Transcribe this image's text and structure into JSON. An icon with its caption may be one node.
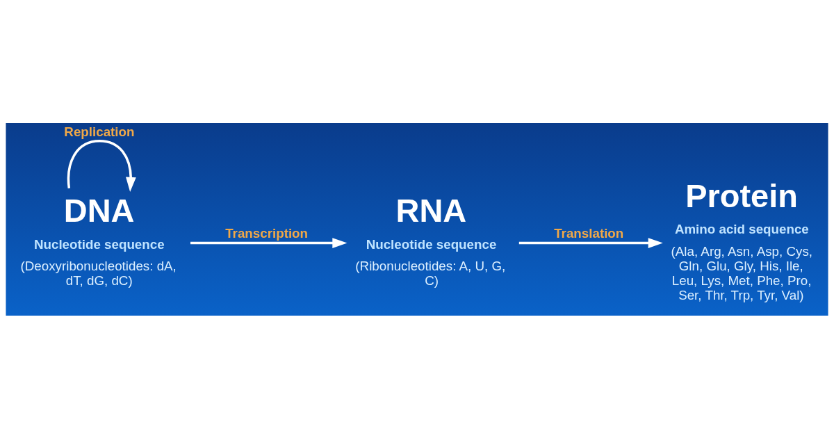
{
  "diagram": {
    "nodes": [
      {
        "text": [
          "DNA"
        ],
        "beside": [
          "Nucleotide sequence",
          "(Deoxyribonucleotides: dA, dT, dG, dC)"
        ]
      },
      {
        "text": [
          "RNA"
        ],
        "beside": [
          "Nucleotide sequence",
          "(Ribonucleotides: A, U, G, C)"
        ]
      },
      {
        "text": [
          "Protein"
        ],
        "beside": [
          "Amino acid sequence",
          "(Ala, Arg, Asn, Asp, Cys, Gln, Glu, Gly, His, Ile, Leu, Lys, Met, Phe, Pro, Ser, Thr, Trp, Tyr, Val)"
        ]
      }
    ],
    "edges": [
      {
        "from": 0,
        "to": 0,
        "arrow": "to",
        "label": "Replication"
      },
      {
        "from": 0,
        "to": 1,
        "arrow": "to",
        "label": "Transcription"
      },
      {
        "from": 1,
        "to": 2,
        "arrow": "to",
        "label": "Translation"
      }
    ]
  }
}
